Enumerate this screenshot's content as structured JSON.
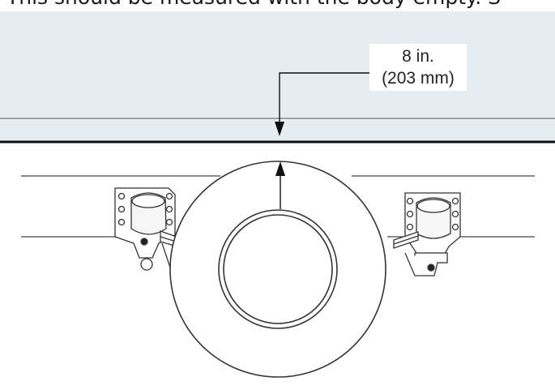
{
  "caption": {
    "text": "This should be measured with the body empty. S"
  },
  "dimension": {
    "imperial": "8 in.",
    "metric": "(203 mm)"
  }
}
